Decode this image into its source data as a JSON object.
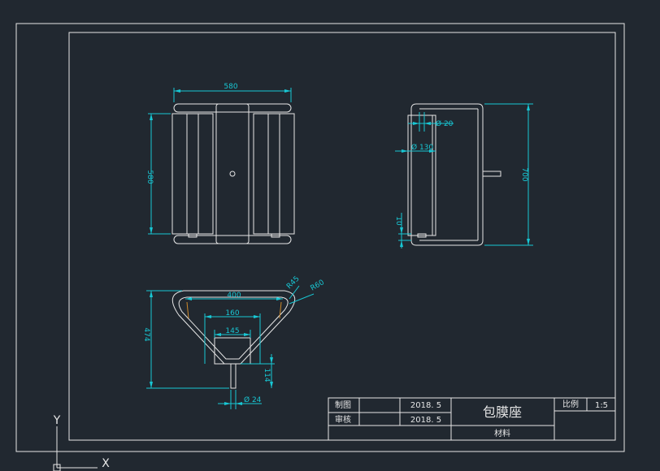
{
  "dimensions": {
    "front_width": "580",
    "front_height": "580",
    "side_dia_small": "Ø 20",
    "side_dia_large": "Ø 130",
    "side_height": "700",
    "side_offset": "10",
    "top_width": "400",
    "top_mid": "160",
    "top_inner": "145",
    "top_chamfer": "R45",
    "top_radius": "R60",
    "top_height": "474",
    "top_stem_length": "114",
    "top_stem_dia": "Ø 24"
  },
  "title_block": {
    "drawn_label": "制图",
    "checked_label": "审核",
    "drawn_date": "2018. 5",
    "checked_date": "2018. 5",
    "part_name": "包膜座",
    "material_label": "材料",
    "scale_label": "比例",
    "scale_value": "1:5"
  },
  "ucs": {
    "y_label": "Y",
    "x_label": "X"
  },
  "colors": {
    "background": "#212830",
    "geometry": "#e6e6e6",
    "dimension": "#18c7d4",
    "hidden": "#d08a2a"
  }
}
